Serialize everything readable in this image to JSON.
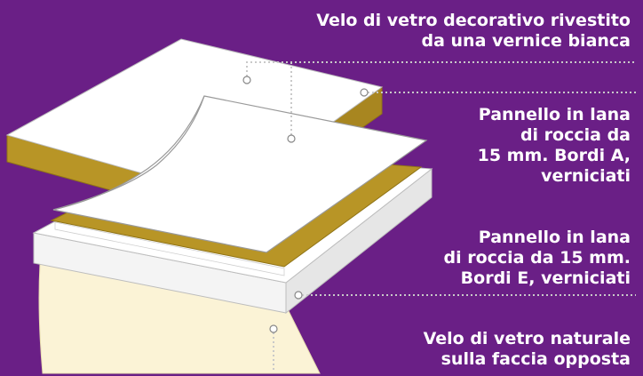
{
  "labels": {
    "decorative_veil": "Velo di vetro decorativo rivestito\nda una vernice bianca",
    "panel_a": "Pannello in lana\ndi roccia da\n15 mm. Bordi A,\nverniciati",
    "panel_e": "Pannello in lana\ndi roccia da 15 mm.\nBordi E, verniciati",
    "natural_veil": "Velo di vetro naturale\nsulla faccia opposta"
  },
  "colors": {
    "background": "#6a1f86",
    "panel_edge": "#b89526",
    "panel_face": "#ffffff",
    "natural_veil": "#fbf3d6",
    "leader_line": "#c9c9c9"
  }
}
